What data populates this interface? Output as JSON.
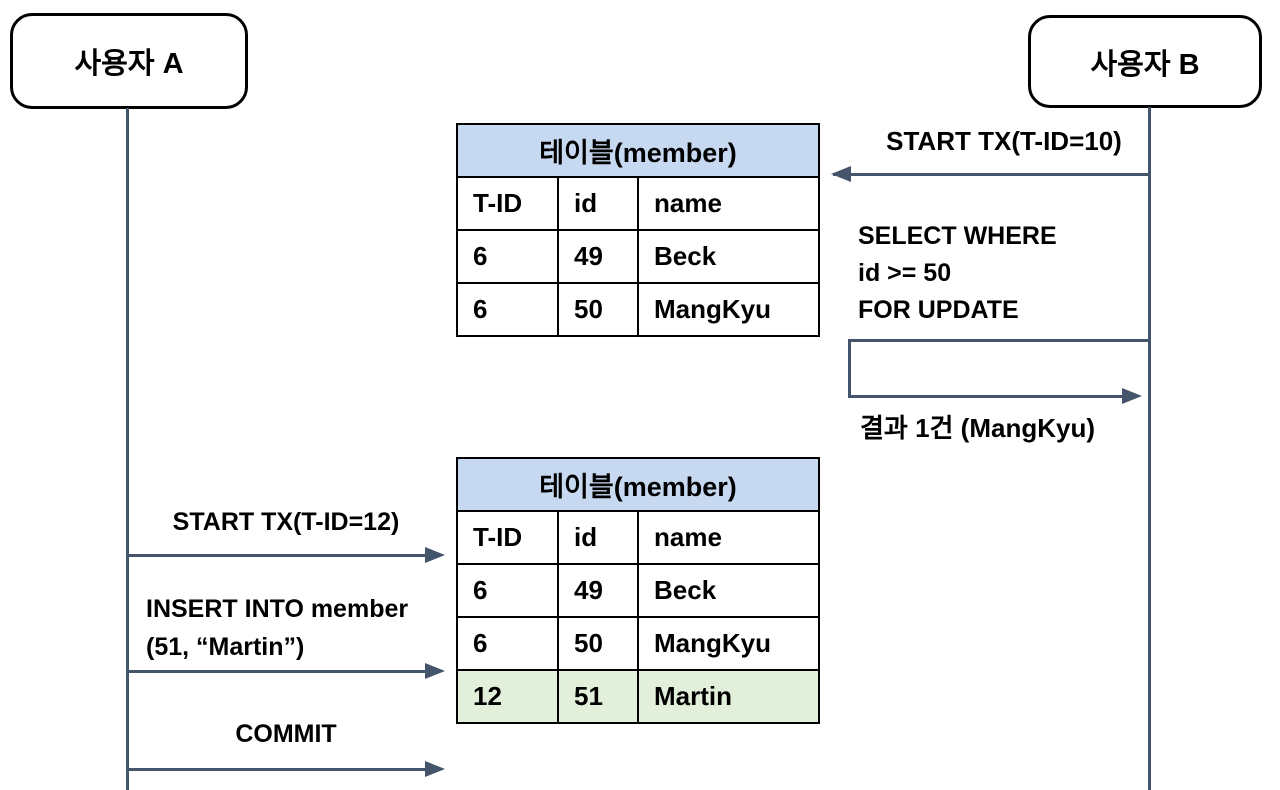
{
  "actors": {
    "a": {
      "label": "사용자 A"
    },
    "b": {
      "label": "사용자 B"
    }
  },
  "tables": [
    {
      "title": "테이블(member)",
      "columns": [
        "T-ID",
        "id",
        "name"
      ],
      "rows": [
        [
          "6",
          "49",
          "Beck"
        ],
        [
          "6",
          "50",
          "MangKyu"
        ]
      ]
    },
    {
      "title": "테이블(member)",
      "columns": [
        "T-ID",
        "id",
        "name"
      ],
      "rows": [
        [
          "6",
          "49",
          "Beck"
        ],
        [
          "6",
          "50",
          "MangKyu"
        ],
        [
          "12",
          "51",
          "Martin"
        ]
      ],
      "highlight_row": 2
    }
  ],
  "messages": {
    "b_start_tx": "START TX(T-ID=10)",
    "b_select_line1": "SELECT WHERE",
    "b_select_line2": "id >= 50",
    "b_select_line3": "FOR UPDATE",
    "b_result": "결과 1건 (MangKyu)",
    "a_start_tx": "START TX(T-ID=12)",
    "a_insert_line1": "INSERT INTO member",
    "a_insert_line2": "(51, “Martin”)",
    "a_commit": "COMMIT"
  },
  "colors": {
    "line": "#44546a",
    "table_border": "#000000",
    "table_header_bg": "#c6d9f0",
    "highlight_row_bg": "#e2efda"
  }
}
